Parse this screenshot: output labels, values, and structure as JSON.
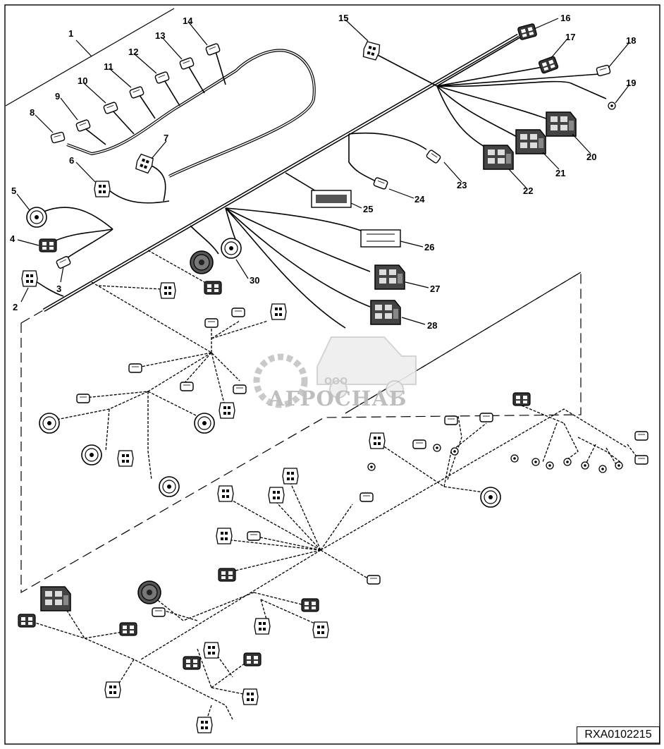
{
  "diagram": {
    "callouts": [
      "1",
      "2",
      "3",
      "4",
      "5",
      "6",
      "7",
      "8",
      "9",
      "10",
      "11",
      "12",
      "13",
      "14",
      "15",
      "16",
      "17",
      "18",
      "19",
      "20",
      "21",
      "22",
      "23",
      "24",
      "25",
      "26",
      "27",
      "28",
      "30"
    ],
    "drawing_code": "RXA0102215",
    "watermark": {
      "brand": "АГРОСНАБ",
      "prefix": "ООО"
    }
  }
}
